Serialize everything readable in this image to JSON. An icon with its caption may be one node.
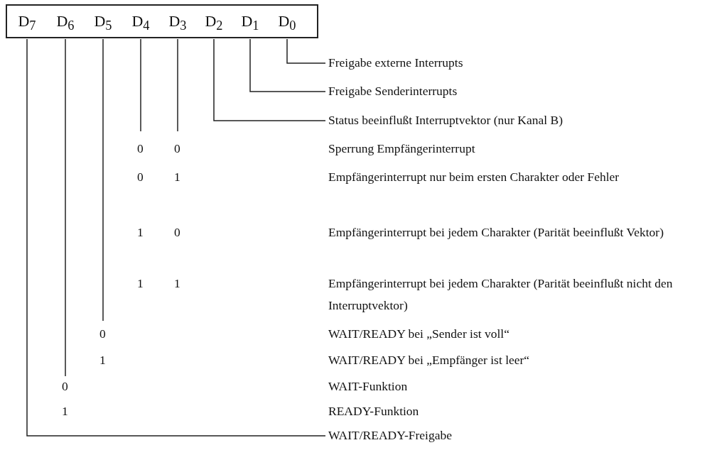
{
  "diagram": {
    "nodes": [
      {
        "text": [],
        "shape": "box"
      },
      {
        "text": [
          "D$_{7}$"
        ],
        "in": 0
      },
      {
        "text": [
          "D$_{6}$"
        ],
        "in": 0
      },
      {
        "text": [
          "D$_{5}$"
        ],
        "in": 0
      },
      {
        "text": [
          "D$_{4}$"
        ],
        "in": 0
      },
      {
        "text": [
          "D$_{3}$"
        ],
        "in": 0
      },
      {
        "text": [
          "D$_{2}$"
        ],
        "in": 0
      },
      {
        "text": [
          "D$_{1}$"
        ],
        "in": 0
      },
      {
        "text": [
          "D$_{0}$"
        ],
        "in": 0
      },
      {
        "text": [
          "Freigabe externe Interrupts"
        ]
      },
      {
        "text": [
          "Freigabe Senderinterrupts"
        ]
      },
      {
        "text": [
          "Status beeinflußt Interruptvektor (nur Kanal B)"
        ]
      },
      {
        "text": [
          "WAIT/READY-Freigabe"
        ]
      }
    ],
    "edges": [
      {
        "from": 8,
        "to": 9,
        "arrow": "none"
      },
      {
        "from": 7,
        "to": 10,
        "arrow": "none"
      },
      {
        "from": 6,
        "to": 11,
        "arrow": "none"
      },
      {
        "from": 4,
        "to": null,
        "arrow": "none"
      },
      {
        "from": 5,
        "to": null,
        "arrow": "none"
      },
      {
        "from": 3,
        "to": null,
        "arrow": "none"
      },
      {
        "from": 2,
        "to": null,
        "arrow": "none"
      },
      {
        "from": 1,
        "to": 12,
        "arrow": "none"
      }
    ],
    "labels": [
      "0",
      "0",
      "Sperrung Empfängerinterrupt",
      "0",
      "1",
      "Empfängerinterrupt nur beim ersten Charakter oder Fehler",
      "1",
      "0",
      "Empfängerinterrupt bei jedem Charakter (Parität beeinflußt Vektor)",
      "1",
      "1",
      "Empfängerinterrupt bei jedem Charakter (Parität beeinflußt nicht den Interruptvektor)",
      "0",
      "WAIT/READY bei „Sender ist voll“",
      "1",
      "WAIT/READY bei „Empfänger ist leer“",
      "0",
      "WAIT-Funktion",
      "1",
      "READY-Funktion"
    ]
  }
}
